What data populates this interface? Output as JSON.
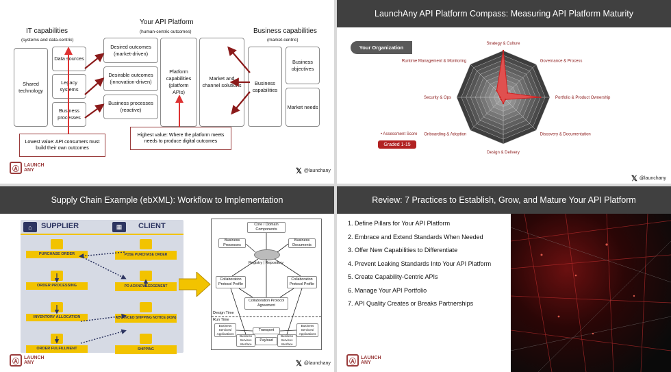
{
  "slide1": {
    "header_it": "IT capabilities",
    "header_it_sub": "(systems and data-centric)",
    "header_api": "Your API Platform",
    "header_api_sub": "(human-centric outcomes)",
    "header_biz": "Business capabilities",
    "header_biz_sub": "(market-centric)",
    "shared_technology": "Shared technology",
    "data_sources": "Data sources",
    "legacy_systems": "Legacy systems",
    "business_processes": "Business processes",
    "desired_outcomes": "Desired outcomes (market-driven)",
    "desirable_outcomes": "Desirable outcomes (innovation-driven)",
    "business_processes_reactive": "Business processes (reactive)",
    "platform_capabilities": "Platform capabilities (platform APIs)",
    "market_channel": "Market and channel solutions",
    "business_capabilities": "Business capabilities",
    "business_objectives": "Business objectives",
    "market_needs": "Market needs",
    "lowest_value": "Lowest value: API consumers must build their own outcomes",
    "highest_value": "Highest value: Where the platform meets needs to produce digital outcomes"
  },
  "slide2": {
    "title": "LaunchAny API Platform Compass: Measuring API Platform Maturity",
    "org_label": "Your Organization",
    "axes": [
      "Strategy & Culture",
      "Governance & Process",
      "Portfolio & Product Ownership",
      "Discovery & Documentation",
      "Design & Delivery",
      "Onboarding & Adoption",
      "Security & Ops",
      "Runtime Management & Monitoring"
    ],
    "scores": [
      15,
      2,
      12,
      1,
      2,
      1,
      1,
      3
    ],
    "max_score": 15,
    "legend_label": "• Assessment Score",
    "graded_label": "Graded 1-15"
  },
  "slide3": {
    "title": "Supply Chain Example (ebXML): Workflow to Implementation",
    "supplier": "SUPPLIER",
    "client": "CLIENT",
    "supplier_steps": [
      "PURCHASE ORDER",
      "ORDER PROCESSING",
      "INVENTORY ALLOCATION",
      "ORDER FULFILLMENT"
    ],
    "client_steps": [
      "POSE PURCHASE ORDER",
      "PO ACKNOWLEDGEMENT",
      "ADVANCED SHIPPING NOTICE (ASN)",
      "SHIPPING"
    ],
    "diagram": {
      "core": "Core / Domain Components",
      "bp": "Business Processes",
      "bd": "Business Documents",
      "registry": "Registry | Repository",
      "cpp_left": "Collaboration Protocol Profile",
      "cpp_right": "Collaboration Protocol Profile",
      "cpa": "Collaboration Protocol Agreement",
      "design_time": "Design Time",
      "run_time": "Run Time",
      "bsa_left": "Business Services/ Applications",
      "bsa_right": "Business Services/ Applications",
      "transport": "Transport",
      "payload": "Payload",
      "bsi_left": "Business Services Interface",
      "bsi_right": "Business Services Interface"
    }
  },
  "slide4": {
    "title": "Review: 7 Practices to Establish, Grow, and Mature Your API Platform",
    "items": [
      "Define Pillars for Your API Platform",
      "Embrace and Extend Standards When Needed",
      "Offer New Capabilities to Differentiate",
      "Prevent Leaking Standards Into Your API Platform",
      "Create Capability-Centric APIs",
      "Manage Your API Portfolio",
      "API Quality Creates or Breaks Partnerships"
    ]
  },
  "footer": {
    "logo_line1": "LAUNCH",
    "logo_line2": "ANY",
    "handle": "@launchany"
  },
  "colors": {
    "header_bg": "#404040",
    "accent_red": "#8b1a1a",
    "radar_fill": "#e0504f"
  }
}
